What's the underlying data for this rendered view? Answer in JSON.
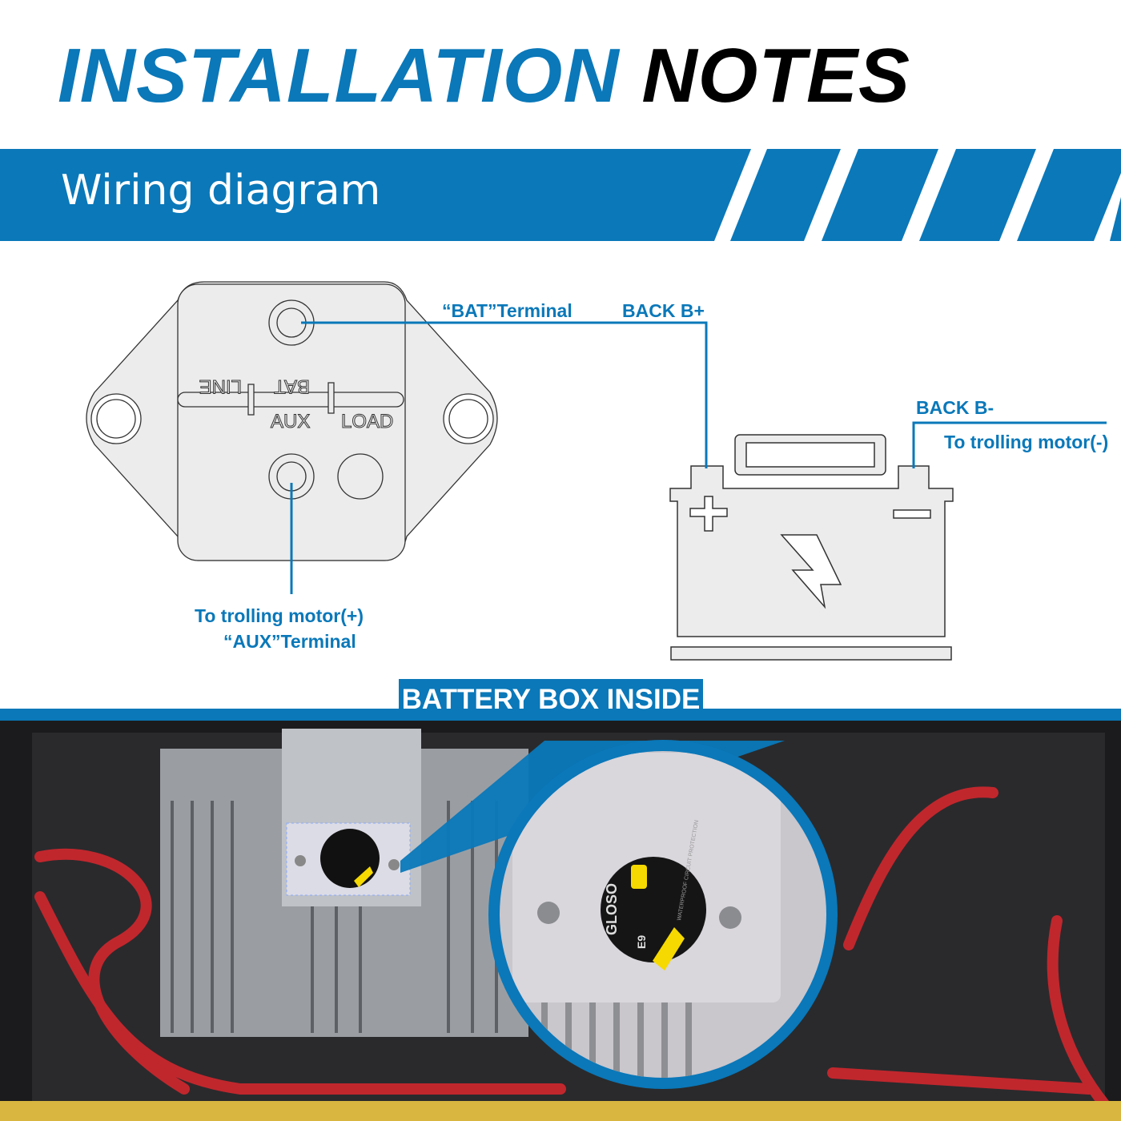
{
  "header": {
    "title_part1": "INSTALLATION",
    "title_part2": "NOTES"
  },
  "section": {
    "title": "Wiring diagram"
  },
  "breaker": {
    "markings": {
      "line": "LINE",
      "bat": "BAT",
      "aux": "AUX",
      "load": "LOAD"
    }
  },
  "labels": {
    "bat_terminal": "“BAT”Terminal",
    "back_b_plus": "BACK B+",
    "back_b_minus": "BACK B-",
    "to_motor_minus": "To trolling motor(-)",
    "to_motor_plus": "To trolling motor(+)",
    "aux_terminal": "“AUX”Terminal"
  },
  "photo": {
    "tab_label": "BATTERY BOX INSIDE",
    "brand": "GLOSO",
    "model": "E9",
    "side_text": "WATERPROOF CIRCUIT PROTECTION"
  },
  "colors": {
    "brand_blue": "#0a78b9",
    "diagram_gray": "#ececec"
  }
}
